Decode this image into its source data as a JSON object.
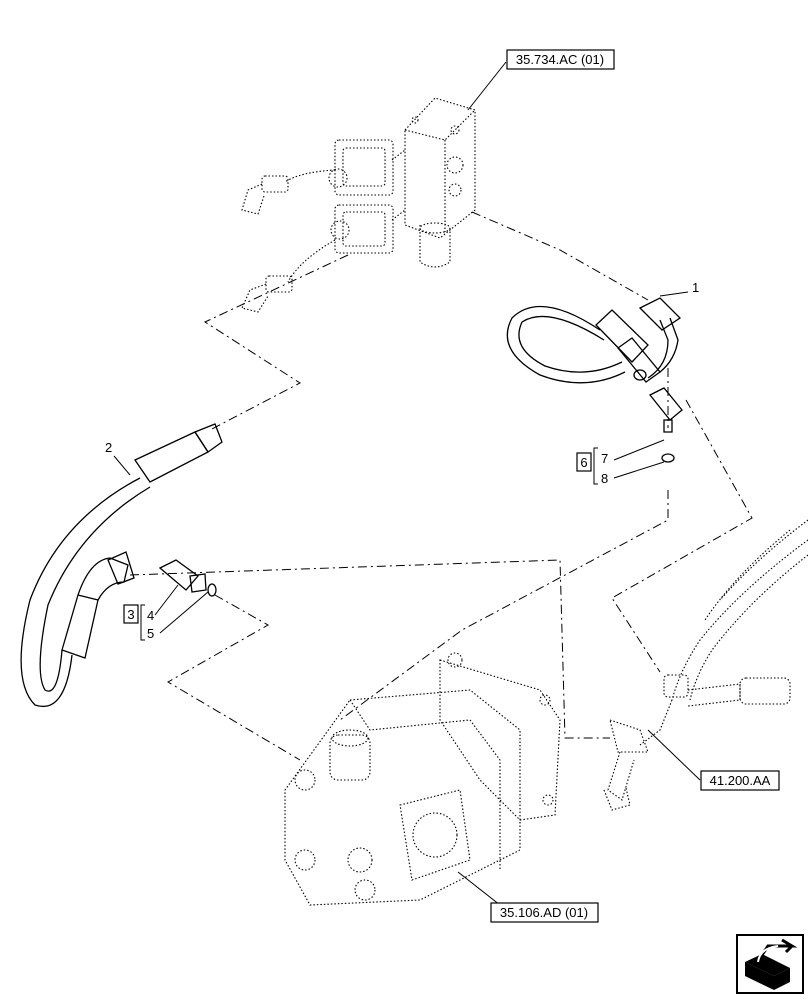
{
  "references": {
    "valve_block": "35.734.AC (01)",
    "pump": "35.106.AD (01)",
    "hydraulic_lines": "41.200.AA"
  },
  "callouts": {
    "item1": "1",
    "item2": "2",
    "item3": "3",
    "item4": "4",
    "item5": "5",
    "item6": "6",
    "item7": "7",
    "item8": "8"
  },
  "icons": {
    "navigation": "next-page-arrow-icon"
  }
}
